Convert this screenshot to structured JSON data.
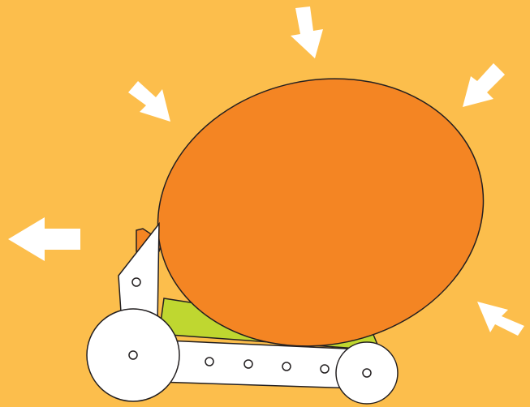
{
  "colors": {
    "background": "#FCBE4C",
    "balloon": "#F48523",
    "platform": "#BFD730",
    "vehicle": "#FFFFFF",
    "outline": "#231F20",
    "arrow": "#FFFFFF",
    "tab": "#F48523"
  },
  "arrows": [
    {
      "semantic": "arrow-down",
      "direction": "down"
    },
    {
      "semantic": "arrow-down-right",
      "direction": "down-right"
    },
    {
      "semantic": "arrow-down-left",
      "direction": "down-left"
    },
    {
      "semantic": "arrow-left",
      "direction": "left"
    },
    {
      "semantic": "arrow-up-left",
      "direction": "up-left"
    }
  ],
  "vehicle": {
    "wheels": 2,
    "chassis_holes": 5
  }
}
